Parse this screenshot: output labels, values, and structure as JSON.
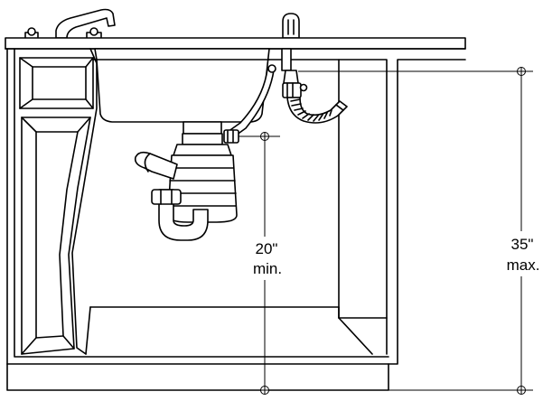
{
  "labels": {
    "min_value": "20\"",
    "min_word": "min.",
    "max_value": "35\"",
    "max_word": "max."
  },
  "colors": {
    "line": "#000000",
    "background": "#ffffff",
    "shading": "#c9c9c9"
  }
}
